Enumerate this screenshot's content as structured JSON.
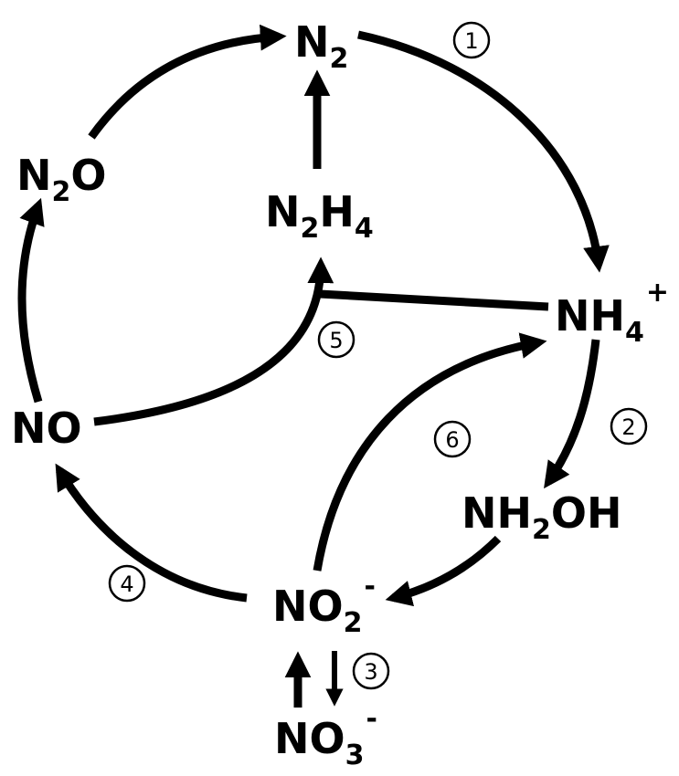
{
  "species": {
    "n2": {
      "base": "N",
      "sub1": "2",
      "mid": "",
      "sub2": "",
      "sup": ""
    },
    "n2o": {
      "base": "N",
      "sub1": "2",
      "mid": "O",
      "sub2": "",
      "sup": ""
    },
    "n2h4": {
      "base": "N",
      "sub1": "2",
      "mid": "H",
      "sub2": "4",
      "sup": ""
    },
    "nh4": {
      "base": "NH",
      "sub1": "4",
      "mid": "",
      "sub2": "",
      "sup": "+"
    },
    "no": {
      "base": "NO",
      "sub1": "",
      "mid": "",
      "sub2": "",
      "sup": ""
    },
    "nh2oh": {
      "base": "NH",
      "sub1": "2",
      "mid": "OH",
      "sub2": "",
      "sup": ""
    },
    "no2": {
      "base": "NO",
      "sub1": "2",
      "mid": "",
      "sub2": "",
      "sup": "-"
    },
    "no3": {
      "base": "NO",
      "sub1": "3",
      "mid": "",
      "sub2": "",
      "sup": "-"
    }
  },
  "steps": [
    "1",
    "2",
    "3",
    "4",
    "5",
    "6"
  ]
}
